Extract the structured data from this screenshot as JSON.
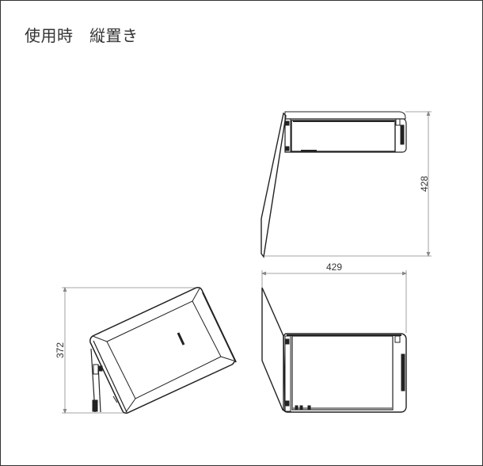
{
  "title": "使用時　縦置き",
  "views": {
    "top_right": {
      "name": "side-view-upper",
      "dimension_label": "428",
      "dimension_axis": "vertical"
    },
    "bottom_right": {
      "name": "side-view-lower",
      "dimension_label": "429",
      "dimension_axis": "horizontal"
    },
    "bottom_left": {
      "name": "perspective-view",
      "dimension_label": "372",
      "dimension_axis": "vertical"
    }
  },
  "colors": {
    "line": "#222222",
    "dim_line": "#888888",
    "border": "#333333",
    "text": "#333333"
  }
}
